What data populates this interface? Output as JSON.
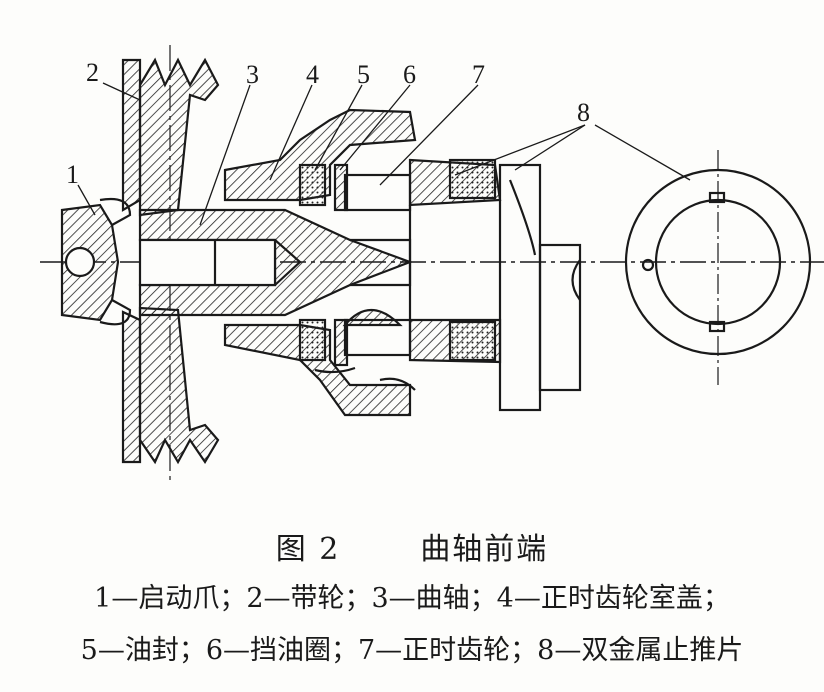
{
  "figure": {
    "number": "图 2",
    "title": "曲轴前端",
    "callouts": [
      "1",
      "2",
      "3",
      "4",
      "5",
      "6",
      "7",
      "8"
    ],
    "legend_lines": [
      "1—启动爪；2—带轮；3—曲轴；4—正时齿轮室盖；",
      "5—油封；6—挡油圈；7—正时齿轮；8—双金属止推片"
    ]
  }
}
